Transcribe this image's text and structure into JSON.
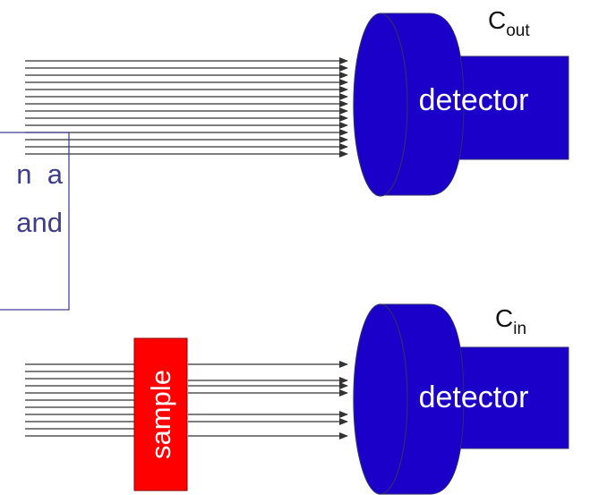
{
  "top_setup": {
    "detector_label": "detector",
    "counter_main": "C",
    "counter_sub": "out"
  },
  "bottom_setup": {
    "detector_label": "detector",
    "counter_main": "C",
    "counter_sub": "in",
    "sample_label": "sample"
  },
  "text_box": {
    "line1": "n  a",
    "line2": "and"
  },
  "colors": {
    "detector_fill": "#1a00c8",
    "detector_stroke": "#2e2e6e",
    "sample_fill": "#ff0000",
    "beam": "#333333",
    "box_border": "#3a3a8c",
    "box_text": "#3d3d8a"
  }
}
